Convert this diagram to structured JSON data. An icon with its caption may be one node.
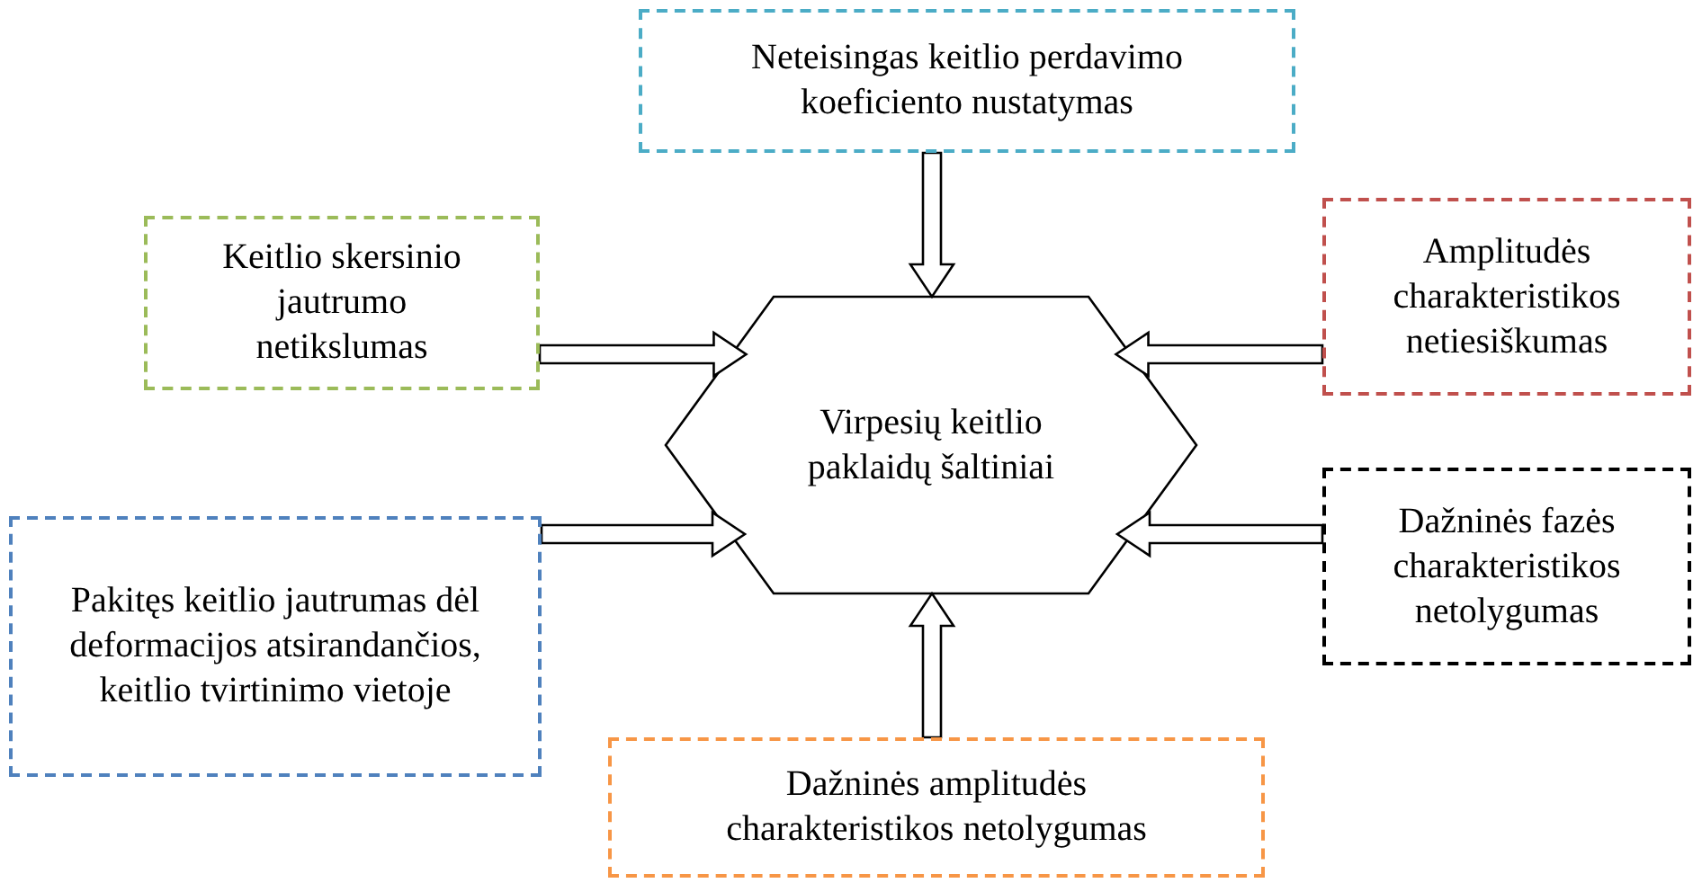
{
  "diagram": {
    "nodes": [
      {
        "text": [
          "Neteisingas keitlio perdavimo koeficiento nustatymas"
        ]
      },
      {
        "text": [
          "Keitlio skersinio jautrumo netikslumas"
        ]
      },
      {
        "text": [
          "Amplitudės charakteristikos netiesiškumas"
        ]
      },
      {
        "text": [
          "Virpesių keitlio paklaidų šaltiniai"
        ]
      },
      {
        "text": [
          "Pakitęs keitlio jautrumas dėl deformacijos atsirandančios, keitlio tvirtinimo vietoje"
        ]
      },
      {
        "text": [
          "Dažninės fazės charakteristikos netolygumas"
        ]
      },
      {
        "text": [
          "Dažninės amplitudės charakteristikos netolygumas"
        ]
      }
    ],
    "edges": [
      {
        "from": 0,
        "to": 3,
        "arrow": "to"
      },
      {
        "from": 1,
        "to": 3,
        "arrow": "to"
      },
      {
        "from": 2,
        "to": 3,
        "arrow": "to"
      },
      {
        "from": 4,
        "to": 3,
        "arrow": "to"
      },
      {
        "from": 5,
        "to": 3,
        "arrow": "to"
      },
      {
        "from": 6,
        "to": 3,
        "arrow": "to"
      }
    ]
  }
}
